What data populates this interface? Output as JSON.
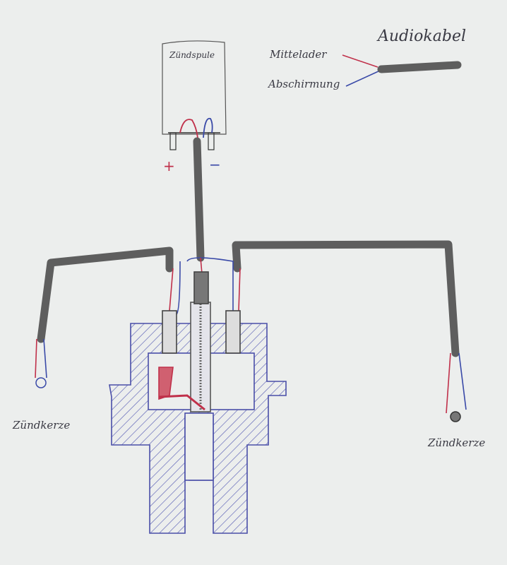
{
  "labels": {
    "coil": "Zündspule",
    "audio_cable": "Audiokabel",
    "center_conductor": "Mittelader",
    "shield": "Abschirmung",
    "plus": "+",
    "minus": "−",
    "spark_plug_left": "Zündkerze",
    "spark_plug_right": "Zündkerze"
  },
  "colors": {
    "paper": "#eceeed",
    "cable": "#5e5e5e",
    "red_wire": "#c0304a",
    "blue_wire": "#3a4aa8",
    "body": "#4a4fa8"
  }
}
